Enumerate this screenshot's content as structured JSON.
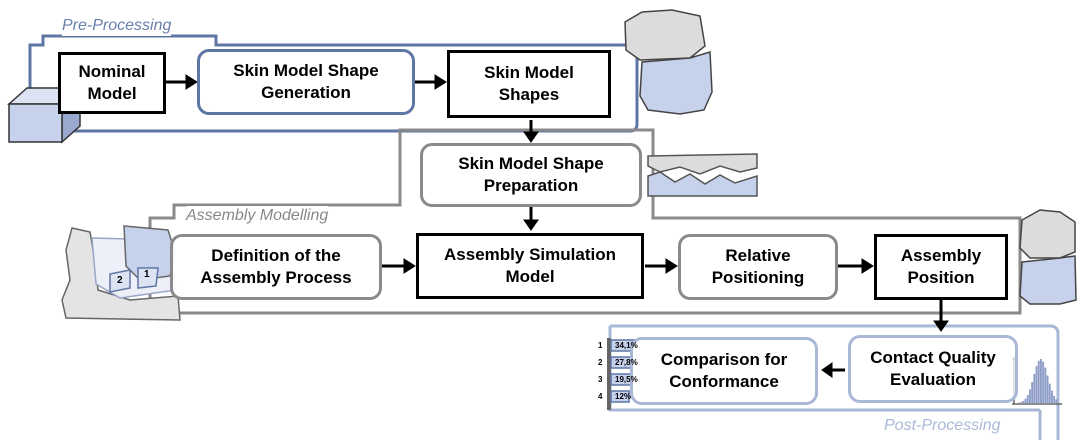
{
  "sections": {
    "pre_processing": "Pre-Processing",
    "assembly_modelling": "Assembly Modelling",
    "post_processing": "Post-Processing"
  },
  "nodes": {
    "nominal_model": "Nominal\nModel",
    "skin_model_shape_generation": "Skin Model Shape\nGeneration",
    "skin_model_shapes": "Skin Model\nShapes",
    "skin_model_shape_preparation": "Skin Model Shape\nPreparation",
    "definition_assembly_process": "Definition of the\nAssembly Process",
    "assembly_simulation_model": "Assembly Simulation\nModel",
    "relative_positioning": "Relative\nPositioning",
    "assembly_position": "Assembly\nPosition",
    "contact_quality_evaluation": "Contact Quality\nEvaluation",
    "comparison_for_conformance": "Comparison for\nConformance"
  },
  "illustration_labels": {
    "part_1": "1",
    "part_2": "2"
  },
  "ranking": {
    "items": [
      {
        "rank": "1",
        "value": "34,1%",
        "fraction": 0.341
      },
      {
        "rank": "2",
        "value": "27,8%",
        "fraction": 0.278
      },
      {
        "rank": "3",
        "value": "19,5%",
        "fraction": 0.195
      },
      {
        "rank": "4",
        "value": "12%",
        "fraction": 0.12
      }
    ]
  },
  "colors": {
    "pre_frame": "#5e76a3",
    "assembly_frame": "#8a8a8a",
    "post_frame": "#aab8d8",
    "part_blue": "#c6d1ec",
    "part_grey": "#dcdcdc"
  }
}
